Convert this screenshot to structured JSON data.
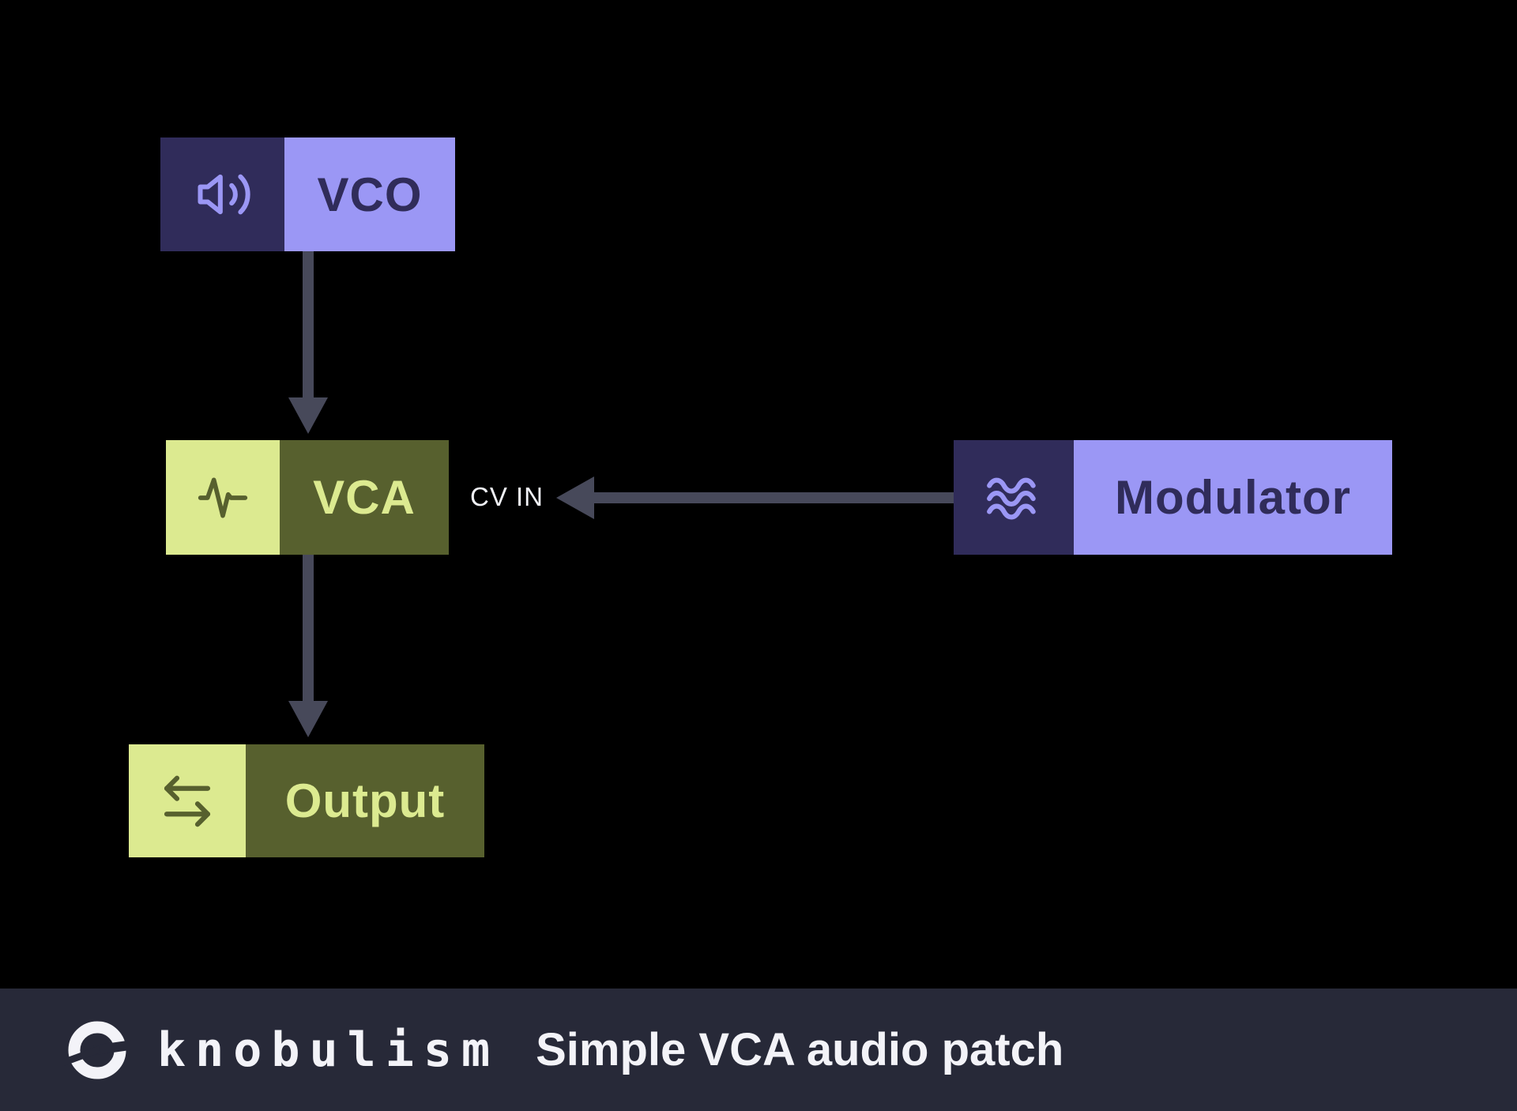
{
  "page": {
    "background": "#000000"
  },
  "diagram": {
    "nodes": {
      "vco": {
        "label": "VCO",
        "icon": "speaker-icon",
        "icon_bg": "#302c5a",
        "icon_color": "#9b97f5",
        "label_bg": "#9b97f5",
        "label_color": "#302c5a"
      },
      "vca": {
        "label": "VCA",
        "icon": "waveform-icon",
        "icon_bg": "#dcea90",
        "icon_color": "#57602e",
        "label_bg": "#57602e",
        "label_color": "#dcea90",
        "port_label": "CV IN"
      },
      "modulator": {
        "label": "Modulator",
        "icon": "waves-icon",
        "icon_bg": "#302c5a",
        "icon_color": "#9b97f5",
        "label_bg": "#9b97f5",
        "label_color": "#302c5a"
      },
      "output": {
        "label": "Output",
        "icon": "transfer-arrows-icon",
        "icon_bg": "#dcea90",
        "icon_color": "#57602e",
        "label_bg": "#57602e",
        "label_color": "#dcea90"
      }
    },
    "edges": [
      {
        "from": "VCO",
        "to": "VCA",
        "direction": "down"
      },
      {
        "from": "Modulator",
        "to": "VCA",
        "to_port": "CV IN",
        "direction": "left"
      },
      {
        "from": "VCA",
        "to": "Output",
        "direction": "down"
      }
    ],
    "edge_color": "#47495a",
    "port_label_color": "#f1f2f7"
  },
  "footer": {
    "logo": "knob-logo-icon",
    "brand": "knobulism",
    "title": "Simple VCA audio patch",
    "background": "#272938",
    "text_color": "#f3f3f8"
  }
}
